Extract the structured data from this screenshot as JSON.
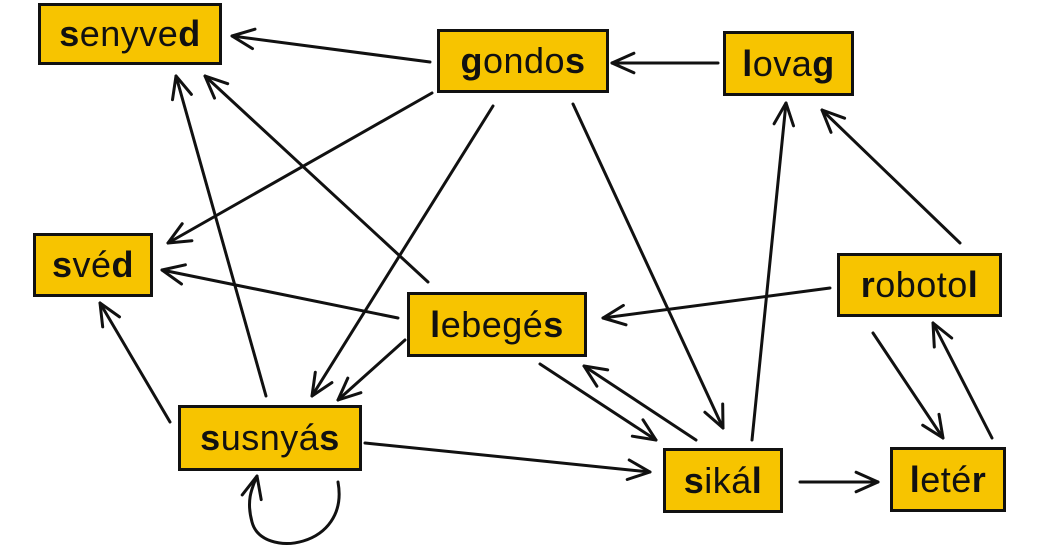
{
  "nodes": [
    {
      "id": "senyved",
      "label": "senyved"
    },
    {
      "id": "gondos",
      "label": "gondos"
    },
    {
      "id": "lovag",
      "label": "lovag"
    },
    {
      "id": "sved",
      "label": "svéd"
    },
    {
      "id": "robotol",
      "label": "robotol"
    },
    {
      "id": "lebeges",
      "label": "lebegés"
    },
    {
      "id": "susnyas",
      "label": "susnyás"
    },
    {
      "id": "sikal",
      "label": "sikál"
    },
    {
      "id": "leter",
      "label": "letér"
    }
  ],
  "edges": [
    {
      "from": "gondos",
      "to": "senyved"
    },
    {
      "from": "lovag",
      "to": "gondos"
    },
    {
      "from": "gondos",
      "to": "sved"
    },
    {
      "from": "gondos",
      "to": "susnyas"
    },
    {
      "from": "gondos",
      "to": "sikal"
    },
    {
      "from": "lebeges",
      "to": "senyved"
    },
    {
      "from": "lebeges",
      "to": "sved"
    },
    {
      "from": "lebeges",
      "to": "susnyas"
    },
    {
      "from": "lebeges",
      "to": "sikal"
    },
    {
      "from": "sikal",
      "to": "lebeges"
    },
    {
      "from": "susnyas",
      "to": "senyved"
    },
    {
      "from": "susnyas",
      "to": "sved"
    },
    {
      "from": "susnyas",
      "to": "susnyas"
    },
    {
      "from": "susnyas",
      "to": "sikal"
    },
    {
      "from": "robotol",
      "to": "lebeges"
    },
    {
      "from": "robotol",
      "to": "lovag"
    },
    {
      "from": "robotol",
      "to": "leter"
    },
    {
      "from": "leter",
      "to": "robotol"
    },
    {
      "from": "sikal",
      "to": "lovag"
    },
    {
      "from": "sikal",
      "to": "leter"
    }
  ]
}
